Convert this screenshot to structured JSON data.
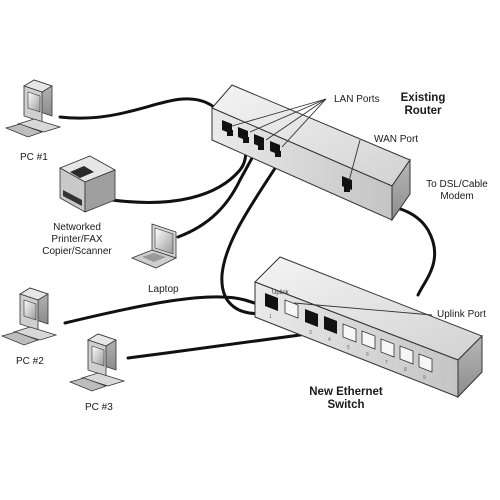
{
  "labels": {
    "existing_router": [
      "Existing",
      "Router"
    ],
    "lan_ports": "LAN Ports",
    "wan_port": "WAN Port",
    "to_dsl": [
      "To DSL/Cable",
      "Modem"
    ],
    "new_switch": [
      "New Ethernet",
      "Switch"
    ],
    "uplink_port": "Uplink Port",
    "switch_uplink_text": "Uplink",
    "pc1": "PC #1",
    "pc2": "PC #2",
    "pc3": "PC #3",
    "printer": [
      "Networked",
      "Printer/FAX",
      "Copier/Scanner"
    ],
    "laptop": "Laptop"
  }
}
